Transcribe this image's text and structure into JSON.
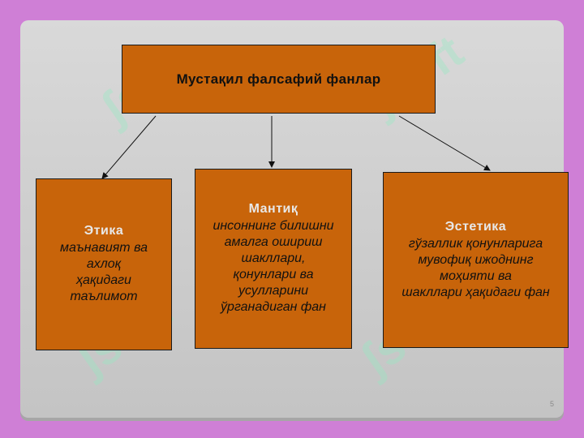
{
  "title": "Мустақил фалсафий фанлар",
  "boxes": [
    {
      "heading": "Этика",
      "lines": [
        "маънавият ва",
        "ахлоқ",
        "ҳақидаги",
        "таълимот"
      ]
    },
    {
      "heading": "Мантиқ",
      "lines": [
        "инсоннинг билишни",
        "амалга ошириш",
        "шакллари,",
        "қонунлари ва",
        "усулларини",
        "ўрганадиган фан"
      ]
    },
    {
      "heading": "Эстетика",
      "lines": [
        "гўзаллик қонунларига",
        "мувофиқ ижоднинг",
        "моҳияти ва",
        "шакллари ҳақидаги фан"
      ]
    }
  ],
  "page_number": "5",
  "watermark": "soft",
  "colors": {
    "background": "#cf7fd6",
    "box_fill": "#c8640a",
    "heading_text": "#e8e8e8"
  }
}
